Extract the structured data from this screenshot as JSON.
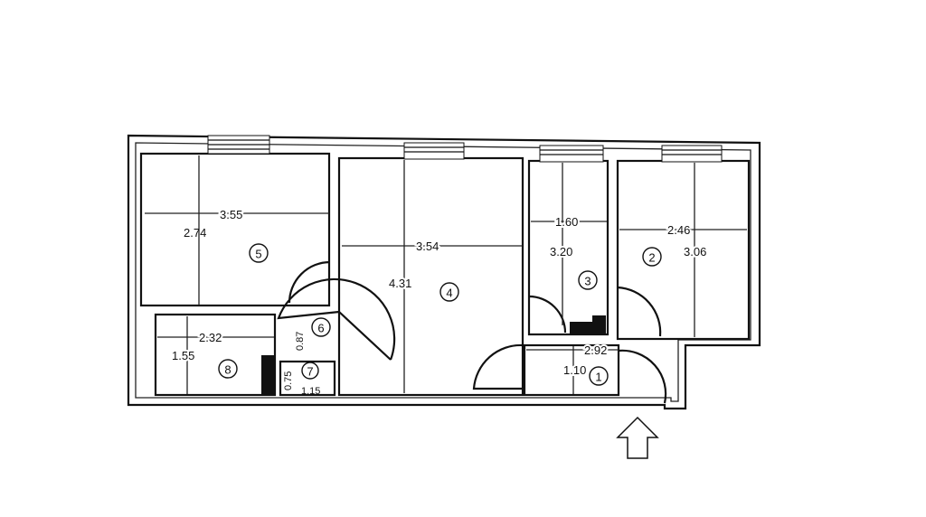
{
  "plan": {
    "rooms": [
      {
        "number": "1",
        "width": "2.92",
        "depth": "1.10"
      },
      {
        "number": "2",
        "width": "2.46",
        "depth": "3.06"
      },
      {
        "number": "3",
        "width": "1.60",
        "depth": "3.20"
      },
      {
        "number": "4",
        "width": "3.54",
        "depth": "4.31"
      },
      {
        "number": "5",
        "width": "3.55",
        "depth": "2.74"
      },
      {
        "number": "6",
        "width": "0.87"
      },
      {
        "number": "7",
        "width": "1.15",
        "depth": "0.75"
      },
      {
        "number": "8",
        "width": "2.32",
        "depth": "1.55"
      }
    ],
    "entrance_icon": "up-arrow-icon"
  }
}
